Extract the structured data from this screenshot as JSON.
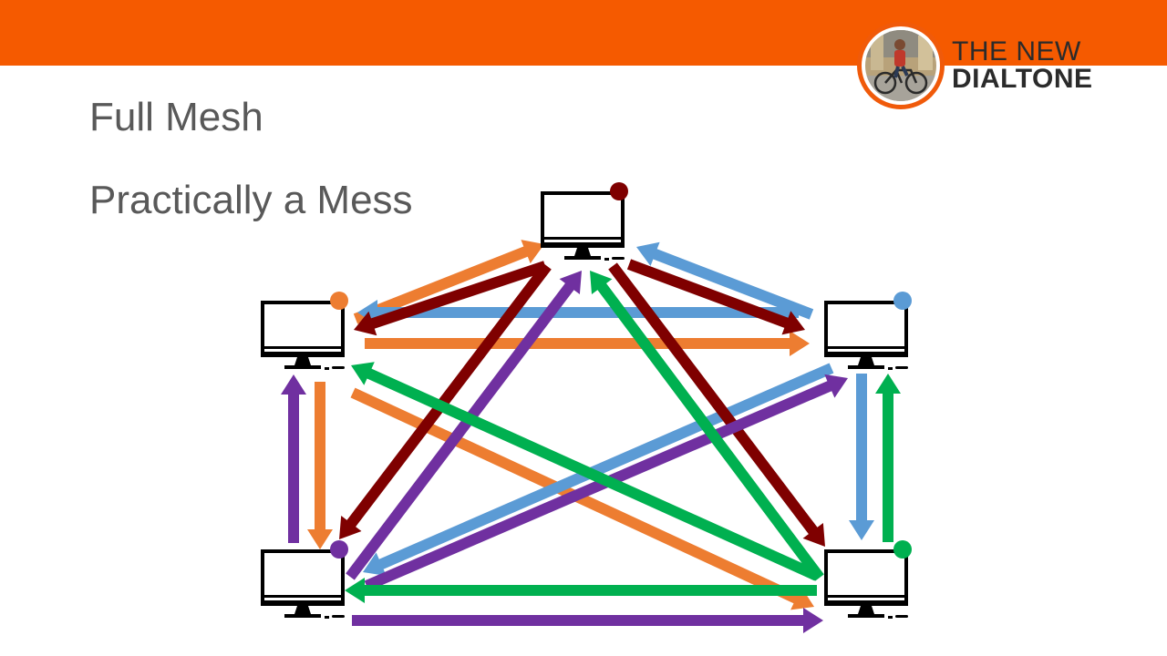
{
  "colors": {
    "header_bar": "#f55a00",
    "logo_ring": "#f05a0a",
    "text": "#595959",
    "computer": "#000000"
  },
  "logo": {
    "line1": "THE NEW",
    "line2": "DIALTONE",
    "badge_photo": "person-on-bicycle"
  },
  "slide": {
    "title": "Full Mesh",
    "subtitle": "Practically a Mess"
  },
  "diagram": {
    "type": "full-mesh-network",
    "nodes": [
      {
        "id": "top",
        "dot_color": "#7f0000"
      },
      {
        "id": "left",
        "dot_color": "#ed7d31"
      },
      {
        "id": "right",
        "dot_color": "#5b9bd5"
      },
      {
        "id": "bottom-left",
        "dot_color": "#7030a0"
      },
      {
        "id": "bottom-right",
        "dot_color": "#00b050"
      }
    ],
    "connections": [
      {
        "from": "left",
        "to": "top",
        "color": "#ed7d31"
      },
      {
        "from": "left",
        "to": "right",
        "color": "#ed7d31"
      },
      {
        "from": "left",
        "to": "bottom-left",
        "color": "#ed7d31"
      },
      {
        "from": "left",
        "to": "bottom-right",
        "color": "#ed7d31"
      },
      {
        "from": "right",
        "to": "top",
        "color": "#5b9bd5"
      },
      {
        "from": "right",
        "to": "left",
        "color": "#5b9bd5"
      },
      {
        "from": "right",
        "to": "bottom-right",
        "color": "#5b9bd5"
      },
      {
        "from": "right",
        "to": "bottom-left",
        "color": "#5b9bd5"
      },
      {
        "from": "top",
        "to": "left",
        "color": "#7f0000"
      },
      {
        "from": "top",
        "to": "right",
        "color": "#7f0000"
      },
      {
        "from": "top",
        "to": "bottom-left",
        "color": "#7f0000"
      },
      {
        "from": "top",
        "to": "bottom-right",
        "color": "#7f0000"
      },
      {
        "from": "bottom-left",
        "to": "left",
        "color": "#7030a0"
      },
      {
        "from": "bottom-left",
        "to": "top",
        "color": "#7030a0"
      },
      {
        "from": "bottom-left",
        "to": "right",
        "color": "#7030a0"
      },
      {
        "from": "bottom-left",
        "to": "bottom-right",
        "color": "#7030a0"
      },
      {
        "from": "bottom-right",
        "to": "top",
        "color": "#00b050"
      },
      {
        "from": "bottom-right",
        "to": "left",
        "color": "#00b050"
      },
      {
        "from": "bottom-right",
        "to": "bottom-left",
        "color": "#00b050"
      },
      {
        "from": "bottom-right",
        "to": "right",
        "color": "#00b050"
      }
    ]
  }
}
